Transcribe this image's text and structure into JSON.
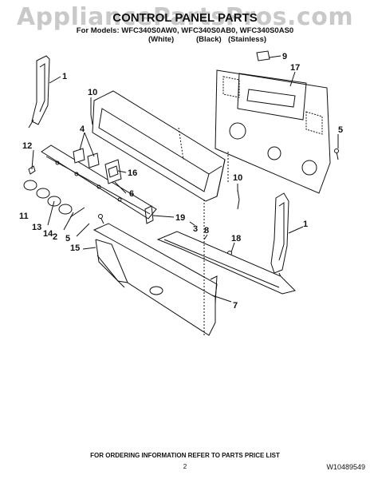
{
  "watermark": "AppliancePartsPros.com",
  "header": {
    "title": "CONTROL PANEL PARTS",
    "models": "For Models: WFC340S0AW0, WFC340S0AB0, WFC340S0AS0",
    "finish_white": "(White)",
    "finish_black": "(Black)",
    "finish_stainless": "(Stainless)"
  },
  "callouts": {
    "c1a": "1",
    "c1b": "1",
    "c2": "2",
    "c3": "3",
    "c4": "4",
    "c5a": "5",
    "c5b": "5",
    "c6": "6",
    "c7": "7",
    "c8": "8",
    "c9": "9",
    "c10a": "10",
    "c10b": "10",
    "c11": "11",
    "c12": "12",
    "c13": "13",
    "c14": "14",
    "c15": "15",
    "c16": "16",
    "c17": "17",
    "c18": "18",
    "c19": "19"
  },
  "footer": {
    "ordering_info": "FOR ORDERING INFORMATION REFER TO PARTS PRICE LIST",
    "page_number": "2",
    "doc_id": "W10489549"
  }
}
